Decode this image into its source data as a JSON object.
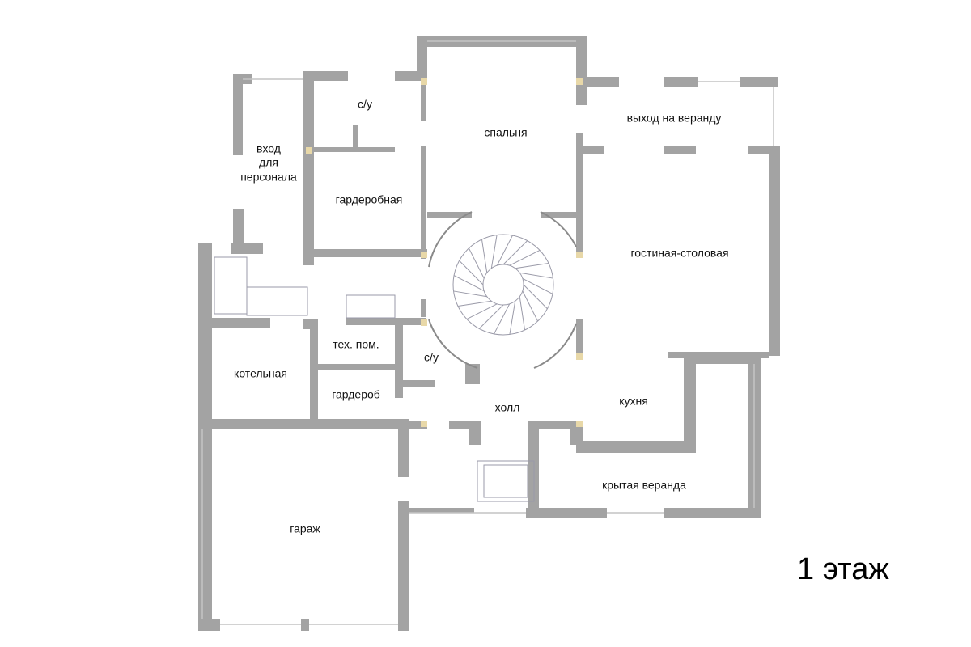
{
  "plan": {
    "title": "1 этаж",
    "rooms": [
      {
        "id": "wc-top",
        "label": "с/у"
      },
      {
        "id": "bedroom",
        "label": "спальня"
      },
      {
        "id": "veranda-exit",
        "label": "выход на веранду"
      },
      {
        "id": "staff-entry-1",
        "label": "вход"
      },
      {
        "id": "staff-entry-2",
        "label": "для"
      },
      {
        "id": "staff-entry-3",
        "label": "персонала"
      },
      {
        "id": "wardrobe-room",
        "label": "гардеробная"
      },
      {
        "id": "living-dining",
        "label": "гостиная-столовая"
      },
      {
        "id": "tech-room",
        "label": "тех. пом."
      },
      {
        "id": "wc-bottom",
        "label": "с/у"
      },
      {
        "id": "boiler",
        "label": "котельная"
      },
      {
        "id": "cloakroom",
        "label": "гардероб"
      },
      {
        "id": "hall",
        "label": "холл"
      },
      {
        "id": "kitchen",
        "label": "кухня"
      },
      {
        "id": "covered-veranda",
        "label": "крытая веранда"
      },
      {
        "id": "garage",
        "label": "гараж"
      }
    ],
    "colors": {
      "wall": "#a3a3a3",
      "column": "#e8d8a8"
    }
  }
}
